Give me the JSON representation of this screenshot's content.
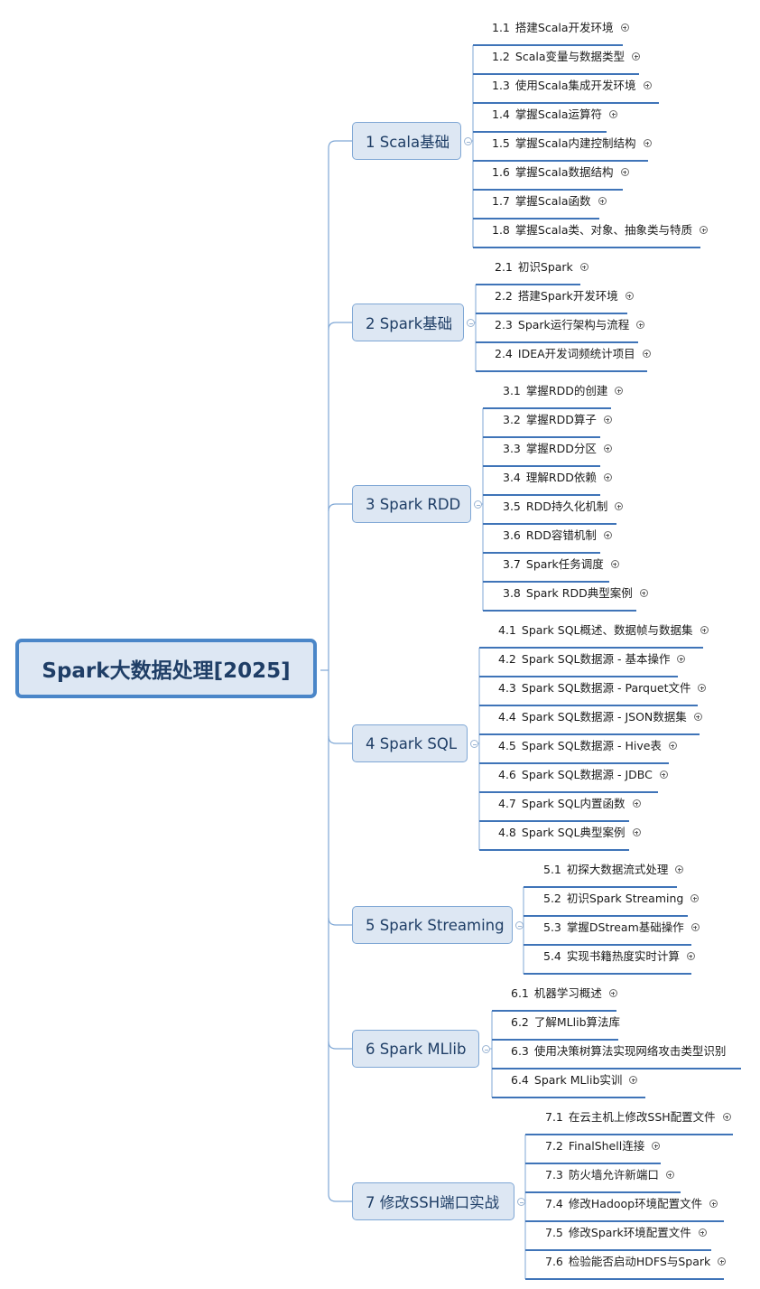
{
  "root": {
    "title": "Spark大数据处理[2025]"
  },
  "colors": {
    "branch_line": "#7fa7d5",
    "leaf_underline": "#3f74b8",
    "root_border": "#4a86c8",
    "node_fill": "#dde7f3"
  },
  "branches": [
    {
      "label": "1 Scala基础",
      "children": [
        {
          "num": "1.1",
          "label": "搭建Scala开发环境",
          "expandable": true
        },
        {
          "num": "1.2",
          "label": "Scala变量与数据类型",
          "expandable": true
        },
        {
          "num": "1.3",
          "label": "使用Scala集成开发环境",
          "expandable": true
        },
        {
          "num": "1.4",
          "label": "掌握Scala运算符",
          "expandable": true
        },
        {
          "num": "1.5",
          "label": "掌握Scala内建控制结构",
          "expandable": true
        },
        {
          "num": "1.6",
          "label": "掌握Scala数据结构",
          "expandable": true
        },
        {
          "num": "1.7",
          "label": "掌握Scala函数",
          "expandable": true
        },
        {
          "num": "1.8",
          "label": "掌握Scala类、对象、抽象类与特质",
          "expandable": true
        }
      ]
    },
    {
      "label": "2 Spark基础",
      "children": [
        {
          "num": "2.1",
          "label": "初识Spark",
          "expandable": true
        },
        {
          "num": "2.2",
          "label": "搭建Spark开发环境",
          "expandable": true
        },
        {
          "num": "2.3",
          "label": "Spark运行架构与流程",
          "expandable": true
        },
        {
          "num": "2.4",
          "label": "IDEA开发词频统计项目",
          "expandable": true
        }
      ]
    },
    {
      "label": "3 Spark RDD",
      "children": [
        {
          "num": "3.1",
          "label": "掌握RDD的创建",
          "expandable": true
        },
        {
          "num": "3.2",
          "label": "掌握RDD算子",
          "expandable": true
        },
        {
          "num": "3.3",
          "label": "掌握RDD分区",
          "expandable": true
        },
        {
          "num": "3.4",
          "label": "理解RDD依赖",
          "expandable": true
        },
        {
          "num": "3.5",
          "label": "RDD持久化机制",
          "expandable": true
        },
        {
          "num": "3.6",
          "label": "RDD容错机制",
          "expandable": true
        },
        {
          "num": "3.7",
          "label": "Spark任务调度",
          "expandable": true
        },
        {
          "num": "3.8",
          "label": "Spark RDD典型案例",
          "expandable": true
        }
      ]
    },
    {
      "label": "4 Spark SQL",
      "children": [
        {
          "num": "4.1",
          "label": "Spark SQL概述、数据帧与数据集",
          "expandable": true
        },
        {
          "num": "4.2",
          "label": "Spark SQL数据源 - 基本操作",
          "expandable": true
        },
        {
          "num": "4.3",
          "label": "Spark SQL数据源 - Parquet文件",
          "expandable": true
        },
        {
          "num": "4.4",
          "label": "Spark SQL数据源 - JSON数据集",
          "expandable": true
        },
        {
          "num": "4.5",
          "label": "Spark SQL数据源 - Hive表",
          "expandable": true
        },
        {
          "num": "4.6",
          "label": "Spark SQL数据源 - JDBC",
          "expandable": true
        },
        {
          "num": "4.7",
          "label": "Spark SQL内置函数",
          "expandable": true
        },
        {
          "num": "4.8",
          "label": "Spark SQL典型案例",
          "expandable": true
        }
      ]
    },
    {
      "label": "5 Spark Streaming",
      "children": [
        {
          "num": "5.1",
          "label": "初探大数据流式处理",
          "expandable": true
        },
        {
          "num": "5.2",
          "label": "初识Spark Streaming",
          "expandable": true
        },
        {
          "num": "5.3",
          "label": "掌握DStream基础操作",
          "expandable": true
        },
        {
          "num": "5.4",
          "label": "实现书籍热度实时计算",
          "expandable": true
        }
      ]
    },
    {
      "label": "6 Spark MLlib",
      "children": [
        {
          "num": "6.1",
          "label": "机器学习概述",
          "expandable": true
        },
        {
          "num": "6.2",
          "label": "了解MLlib算法库",
          "expandable": false
        },
        {
          "num": "6.3",
          "label": "使用决策树算法实现网络攻击类型识别",
          "expandable": false
        },
        {
          "num": "6.4",
          "label": "Spark MLlib实训",
          "expandable": true
        }
      ]
    },
    {
      "label": "7 修改SSH端口实战",
      "children": [
        {
          "num": "7.1",
          "label": "在云主机上修改SSH配置文件",
          "expandable": true
        },
        {
          "num": "7.2",
          "label": "FinalShell连接",
          "expandable": true
        },
        {
          "num": "7.3",
          "label": "防火墙允许新端口",
          "expandable": true
        },
        {
          "num": "7.4",
          "label": "修改Hadoop环境配置文件",
          "expandable": true
        },
        {
          "num": "7.5",
          "label": "修改Spark环境配置文件",
          "expandable": true
        },
        {
          "num": "7.6",
          "label": "检验能否启动HDFS与Spark",
          "expandable": true
        }
      ]
    }
  ]
}
